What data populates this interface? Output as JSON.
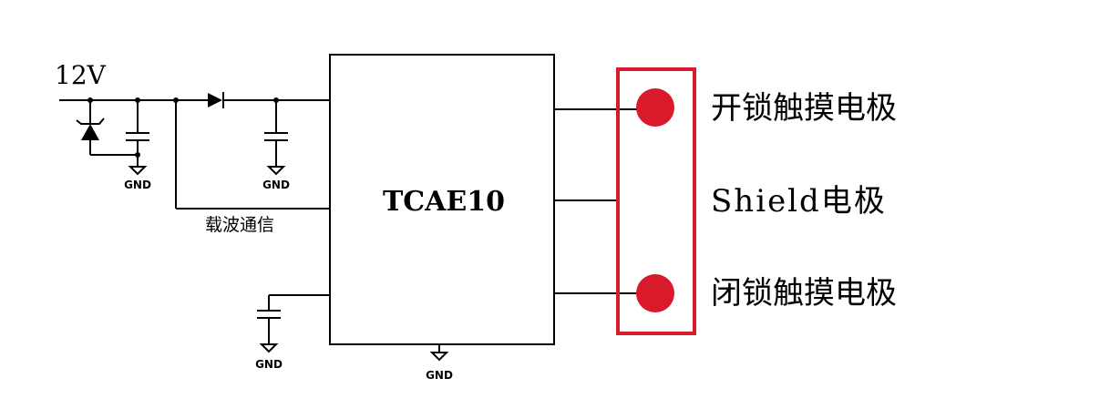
{
  "supply_label": "12V",
  "chip_label": "TCAE10",
  "carrier_label": "载波通信",
  "gnd_label": "GND",
  "electrodes": {
    "unlock_label": "开锁触摸电极",
    "shield_label": "Shield电极",
    "lock_label": "闭锁触摸电极"
  },
  "colors": {
    "wire": "#000000",
    "electrode_dot": "#d91a2a",
    "highlight_box": "#d91a2a",
    "background": "#ffffff"
  }
}
